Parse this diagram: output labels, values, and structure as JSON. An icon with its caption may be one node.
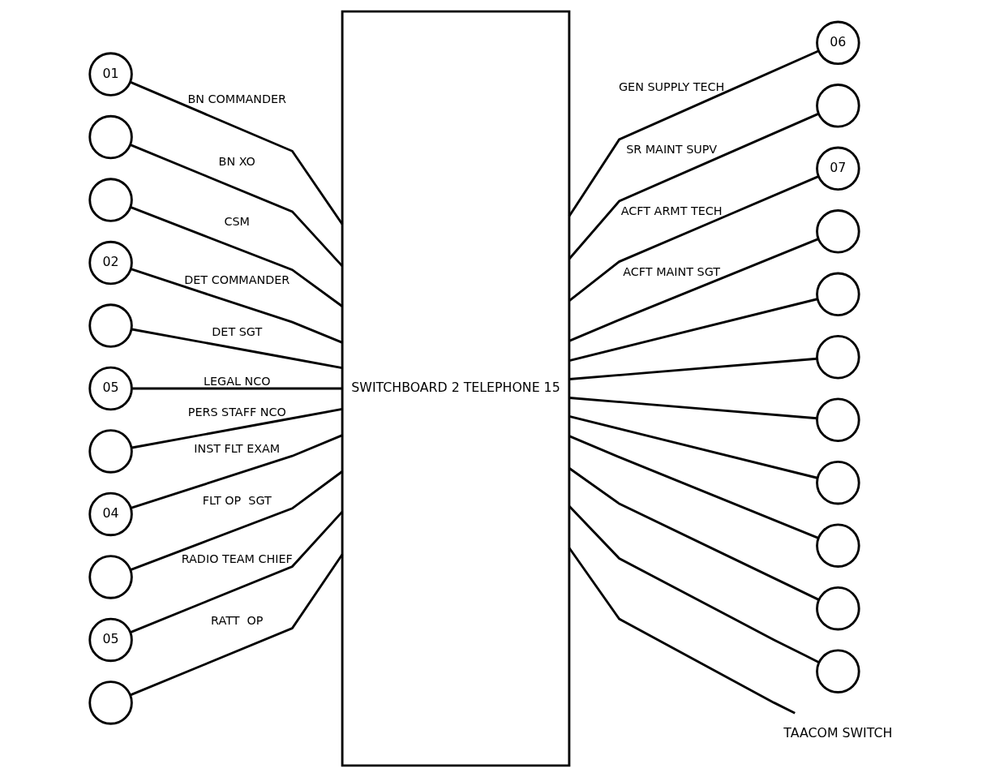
{
  "diagram": {
    "nodes": [
      {
        "text": [
          "SWITCHBOARD 2 TELEPHONE 15"
        ]
      },
      {
        "text": [
          "01"
        ]
      },
      {
        "text": [],
        "shape": "circle"
      },
      {
        "text": [],
        "shape": "circle"
      },
      {
        "text": [
          "02"
        ]
      },
      {
        "text": [],
        "shape": "circle"
      },
      {
        "text": [
          "05"
        ]
      },
      {
        "text": [],
        "shape": "circle"
      },
      {
        "text": [
          "04"
        ]
      },
      {
        "text": [],
        "shape": "circle"
      },
      {
        "text": [
          "05"
        ]
      },
      {
        "text": [],
        "shape": "circle"
      },
      {
        "text": [
          "06"
        ]
      },
      {
        "text": [],
        "shape": "circle"
      },
      {
        "text": [
          "07"
        ]
      },
      {
        "text": [],
        "shape": "circle"
      },
      {
        "text": [],
        "shape": "circle"
      },
      {
        "text": [],
        "shape": "circle"
      },
      {
        "text": [],
        "shape": "circle"
      },
      {
        "text": [],
        "shape": "circle"
      },
      {
        "text": [],
        "shape": "circle"
      },
      {
        "text": [],
        "shape": "circle"
      },
      {
        "text": [],
        "shape": "circle"
      },
      {
        "text": [
          "TAACOM SWITCH"
        ]
      }
    ],
    "edges": [
      {
        "from": 1,
        "to": 0,
        "arrow": "none",
        "label": "BN COMMANDER"
      },
      {
        "from": 2,
        "to": 0,
        "arrow": "none",
        "label": "BN XO"
      },
      {
        "from": 3,
        "to": 0,
        "arrow": "none",
        "label": "CSM"
      },
      {
        "from": 4,
        "to": 0,
        "arrow": "none",
        "label": "DET COMMANDER"
      },
      {
        "from": 5,
        "to": 0,
        "arrow": "none",
        "label": "DET SGT"
      },
      {
        "from": 6,
        "to": 0,
        "arrow": "none",
        "label": "LEGAL NCO"
      },
      {
        "from": 7,
        "to": 0,
        "arrow": "none",
        "label": "PERS STAFF NCO"
      },
      {
        "from": 8,
        "to": 0,
        "arrow": "none",
        "label": "INST FLT EXAM"
      },
      {
        "from": 9,
        "to": 0,
        "arrow": "none",
        "label": "FLT OP  SGT"
      },
      {
        "from": 10,
        "to": 0,
        "arrow": "none",
        "label": "RADIO TEAM CHIEF"
      },
      {
        "from": 11,
        "to": 0,
        "arrow": "none",
        "label": "RATT  OP"
      },
      {
        "from": 0,
        "to": 12,
        "arrow": "none",
        "label": "GEN SUPPLY TECH"
      },
      {
        "from": 0,
        "to": 13,
        "arrow": "none",
        "label": "SR MAINT SUPV"
      },
      {
        "from": 0,
        "to": 14,
        "arrow": "none",
        "label": "ACFT ARMT TECH"
      },
      {
        "from": 0,
        "to": 15,
        "arrow": "none",
        "label": "ACFT MAINT SGT"
      },
      {
        "from": 0,
        "to": 16,
        "arrow": "none"
      },
      {
        "from": 0,
        "to": 17,
        "arrow": "none"
      },
      {
        "from": 0,
        "to": 18,
        "arrow": "none"
      },
      {
        "from": 0,
        "to": 19,
        "arrow": "none"
      },
      {
        "from": 0,
        "to": 20,
        "arrow": "none"
      },
      {
        "from": 0,
        "to": 21,
        "arrow": "none"
      },
      {
        "from": 0,
        "to": 22,
        "arrow": "none"
      },
      {
        "from": 0,
        "to": 23,
        "arrow": "none"
      }
    ]
  }
}
